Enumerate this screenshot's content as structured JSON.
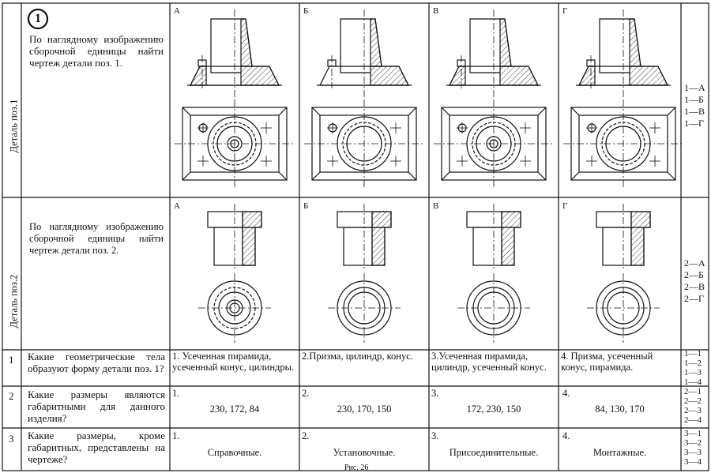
{
  "section_number": "1",
  "rows": {
    "row1": {
      "side_label": "Деталь поз.1",
      "question": "По наглядному изображению сборочной единицы найти чертеж детали поз. 1.",
      "variants": [
        "А",
        "Б",
        "В",
        "Г"
      ],
      "codes": [
        "1—А",
        "1—Б",
        "1—В",
        "1—Г"
      ]
    },
    "row2": {
      "side_label": "Деталь поз.2",
      "question": "По наглядному изображению сборочной единицы найти чертеж детали поз. 2.",
      "variants": [
        "А",
        "Б",
        "В",
        "Г"
      ],
      "codes": [
        "2—А",
        "2—Б",
        "2—В",
        "2—Г"
      ]
    },
    "q1": {
      "number": "1",
      "question": "Какие геометрические тела образуют форму детали поз. 1?",
      "answers": [
        "1. Усеченная пирамида, усеченный конус, цилиндры.",
        "2.Призма, цилиндр, конус.",
        "3.Усеченная пирамида, цилиндр, усеченный конус.",
        "4. Призма, усеченный конус, пирамида."
      ],
      "codes": [
        "1—1",
        "1—2",
        "1—3",
        "1—4"
      ]
    },
    "q2": {
      "number": "2",
      "question": "Какие размеры являются габаритными для данного изделия?",
      "answer_numbers": [
        "1.",
        "2.",
        "3.",
        "4."
      ],
      "answers": [
        "230, 172, 84",
        "230, 170, 150",
        "172, 230, 150",
        "84, 130, 170"
      ],
      "codes": [
        "2—1",
        "2—2",
        "2—3",
        "2—4"
      ]
    },
    "q3": {
      "number": "3",
      "question": "Какие размеры, кроме габаритных, представлены на чертеже?",
      "answer_numbers": [
        "1.",
        "2.",
        "3.",
        "4."
      ],
      "answers": [
        "Справочные.",
        "Установочные.",
        "Присоединительные.",
        "Монтажные."
      ],
      "codes": [
        "3—1",
        "3—2",
        "3—3",
        "3—4"
      ]
    }
  },
  "footer": "Рис. 26"
}
